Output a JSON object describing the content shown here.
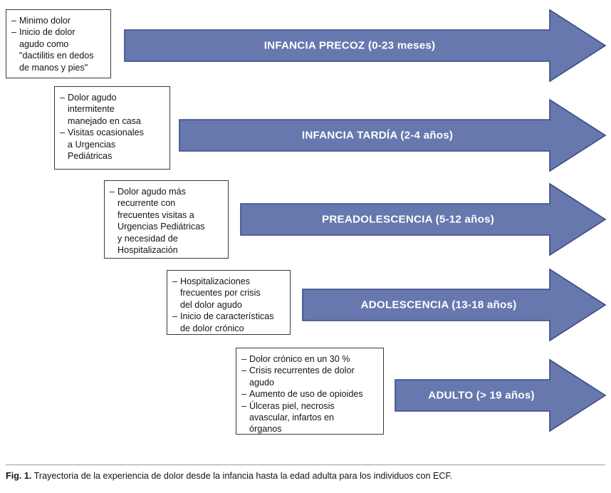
{
  "figure": {
    "accent_color": "#6678ad",
    "accent_stroke": "#3a4b86",
    "box_border_color": "#3a3a3a",
    "rows": [
      {
        "stage_label": "INFANCIA PRECOZ (0-23 meses)",
        "note_items": [
          "Minimo dolor",
          "Inicio de dolor\nagudo como\n\"dactilitis en dedos\nde manos y pies\""
        ]
      },
      {
        "stage_label": "INFANCIA TARDÍA (2-4 años)",
        "note_items": [
          "Dolor agudo\nintermitente\nmanejado en casa",
          "Visitas ocasionales\na Urgencias\nPediátricas"
        ]
      },
      {
        "stage_label": "PREADOLESCENCIA (5-12 años)",
        "note_items": [
          "Dolor agudo más\nrecurrente con\nfrecuentes visitas a\nUrgencias Pediátricas\ny necesidad de\nHospitalización"
        ]
      },
      {
        "stage_label": "ADOLESCENCIA (13-18 años)",
        "note_items": [
          "Hospitalizaciones\nfrecuentes por crisis\ndel dolor agudo",
          "Inicio de características\nde dolor crónico"
        ]
      },
      {
        "stage_label": "ADULTO (> 19 años)",
        "note_items": [
          "Dolor crónico en un 30 %",
          "Crisis recurrentes de dolor\nagudo",
          "Aumento de uso de opioides",
          "Úlceras piel, necrosis\navascular, infartos en\nórganos"
        ]
      }
    ]
  },
  "caption": {
    "label": "Fig. 1.",
    "text": "Trayectoria de la experiencia de dolor desde la infancia hasta la edad adulta para los individuos con ECF."
  }
}
